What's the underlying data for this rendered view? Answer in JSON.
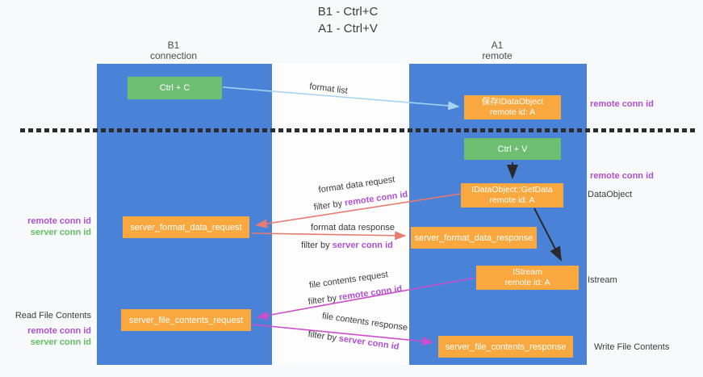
{
  "title": {
    "line1": "B1 - Ctrl+C",
    "line2": "A1 - Ctrl+V"
  },
  "columns": {
    "left": {
      "name": "B1",
      "role": "connection"
    },
    "right": {
      "name": "A1",
      "role": "remote"
    }
  },
  "boxes": {
    "ctrl_c": {
      "label": "Ctrl + C"
    },
    "save_dataobject": {
      "line1": "保存IDataObject",
      "line2": "remote id: A"
    },
    "ctrl_v": {
      "label": "Ctrl + V"
    },
    "getdata": {
      "line1": "IDataObject::GetData",
      "line2": "remote id: A"
    },
    "format_request": {
      "label": "server_format_data_request"
    },
    "format_response": {
      "label": "server_format_data_response"
    },
    "istream": {
      "line1": "IStream",
      "line2": "remote id: A"
    },
    "file_request": {
      "label": "server_file_contents_request"
    },
    "file_response": {
      "label": "server_file_contents_response"
    }
  },
  "right_labels": {
    "remote_conn_top": "remote conn id",
    "remote_conn_mid": "remote conn id",
    "dataobject": "DataObject",
    "istream": "Istream",
    "write_file": "Write File Contents"
  },
  "left_labels": {
    "remote_conn_top": "remote conn id",
    "server_conn_top": "server conn id",
    "read_file": "Read File Contents",
    "remote_conn_bottom": "remote conn id",
    "server_conn_bottom": "server conn id"
  },
  "arrow_labels": {
    "format_list": "format list",
    "format_data_request": "format data request",
    "filter_remote_1": {
      "prefix": "filter by ",
      "highlight": "remote conn id"
    },
    "format_data_response": "format data response",
    "filter_server_1": {
      "prefix": "filter by ",
      "highlight": "server conn id"
    },
    "file_contents_request": "file contents request",
    "filter_remote_2": {
      "prefix": "filter by ",
      "highlight": "remote conn id"
    },
    "file_contents_response": "file contents response",
    "filter_server_2": {
      "prefix": "filter by ",
      "highlight": "server conn id"
    }
  },
  "colors": {
    "column_blue": "#4a82d8",
    "box_orange": "#f9a83f",
    "box_green": "#6ebe71",
    "arrow_blue": "#a9d3f2",
    "arrow_black": "#2a2a2a",
    "arrow_salmon": "#e87a70",
    "arrow_magenta": "#cb4fcb",
    "text_purple": "#ae50d4",
    "text_green": "#63bd66"
  }
}
